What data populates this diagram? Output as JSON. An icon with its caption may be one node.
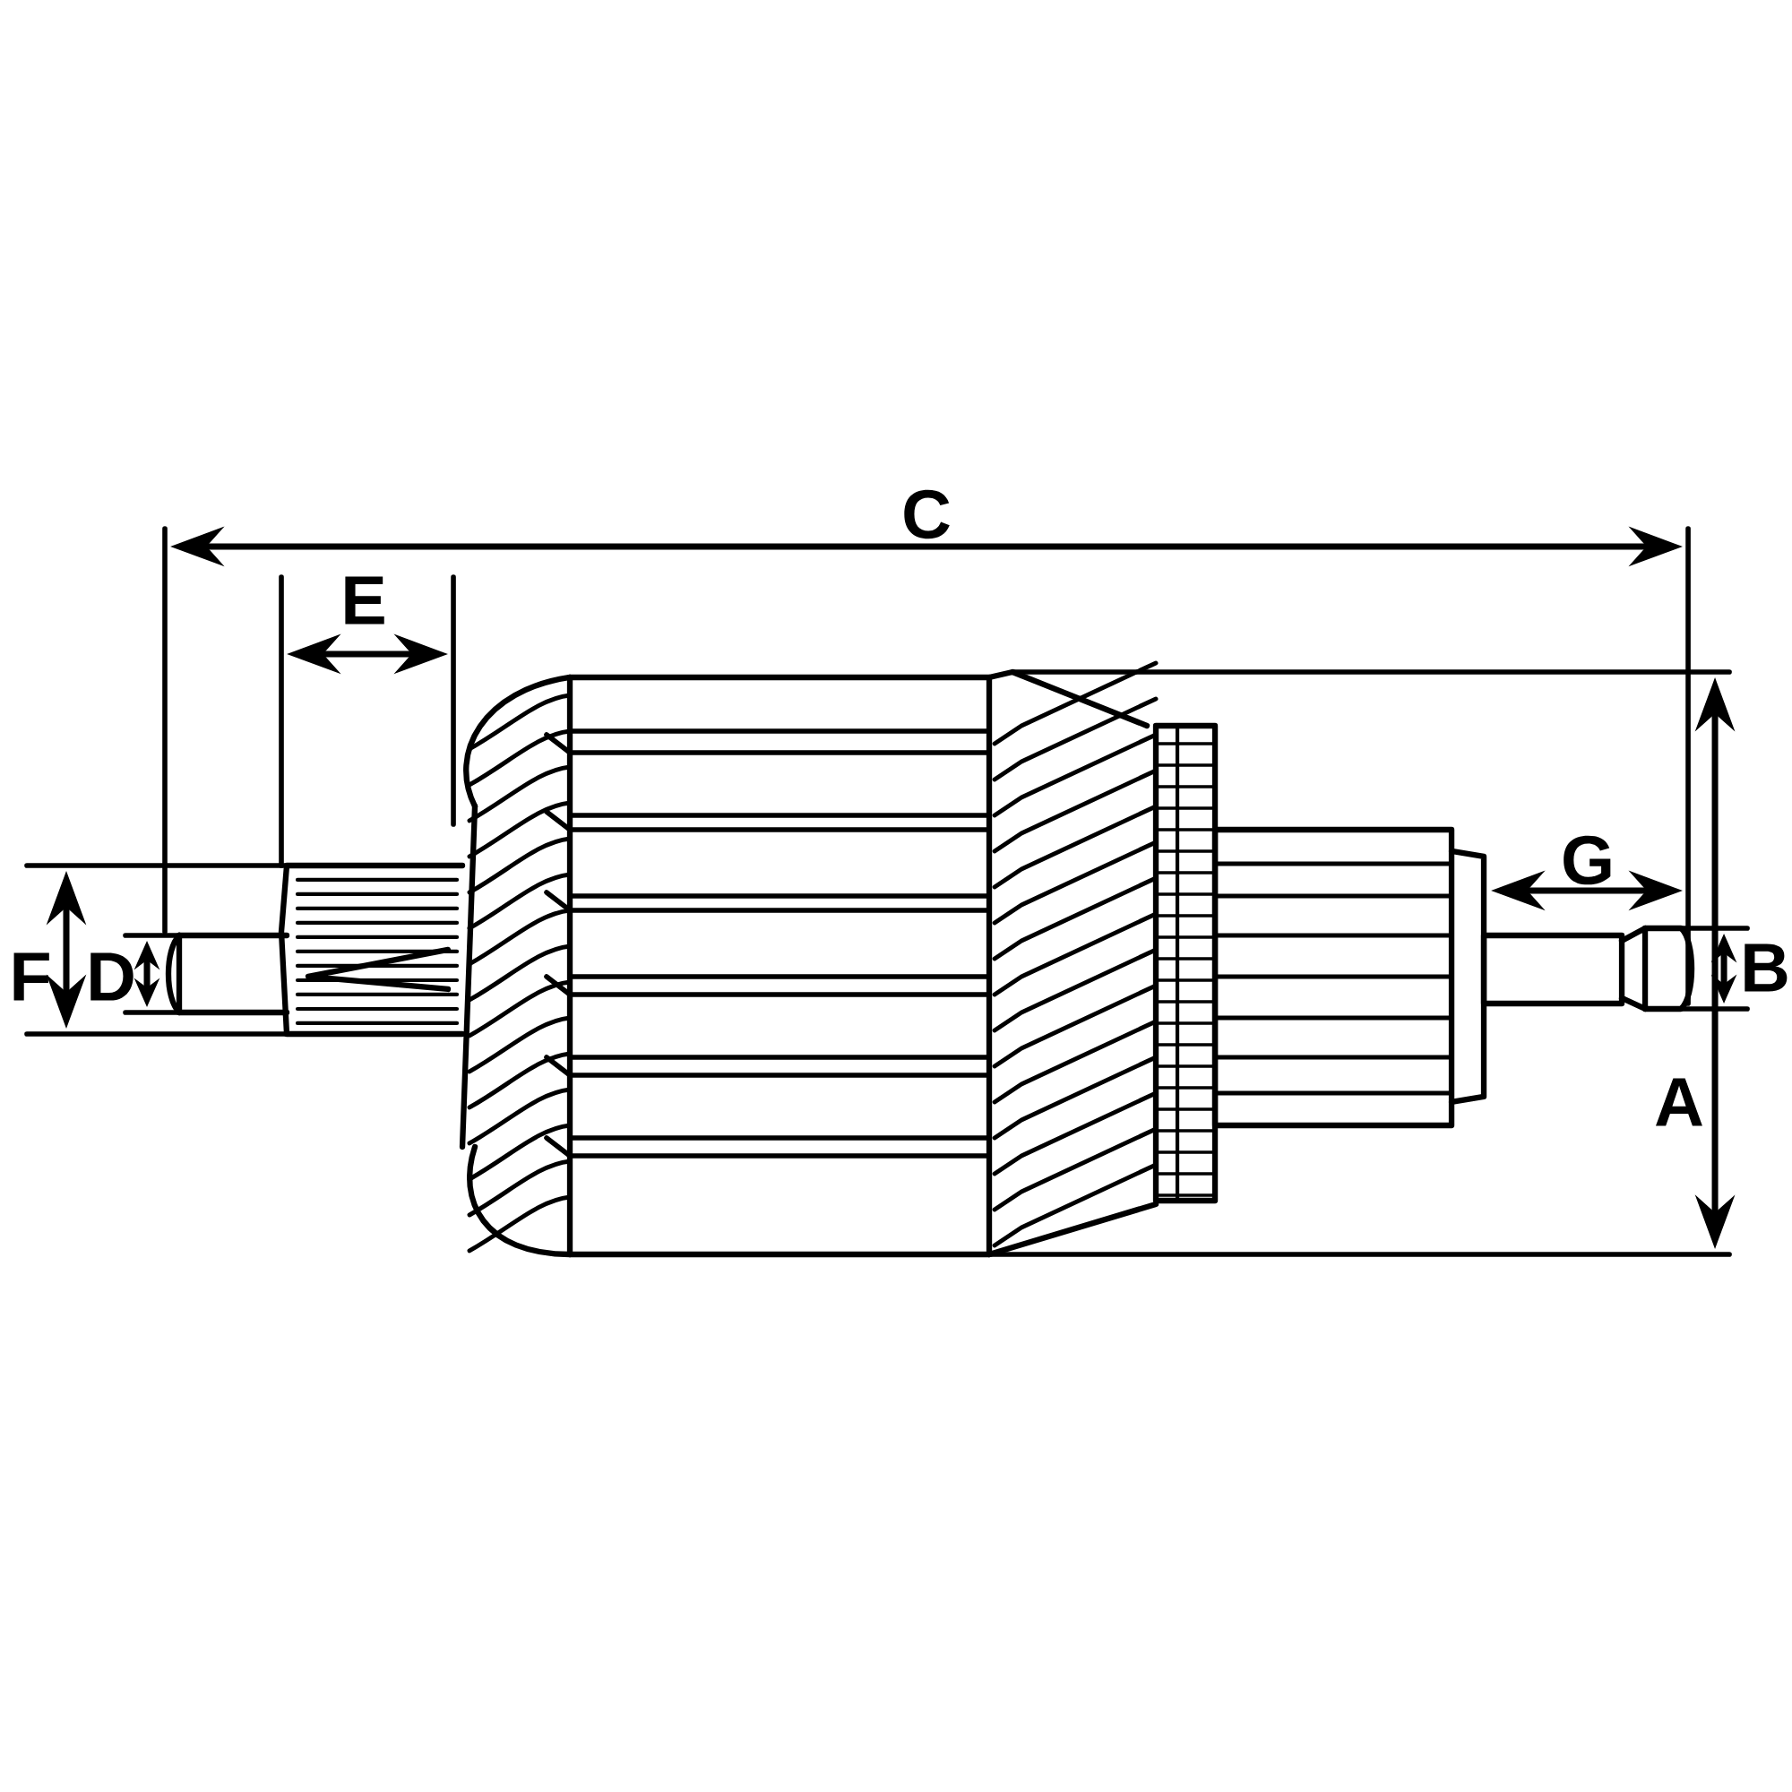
{
  "diagram": {
    "labels": [
      "C",
      "E",
      "G",
      "F",
      "D",
      "B",
      "A"
    ]
  }
}
